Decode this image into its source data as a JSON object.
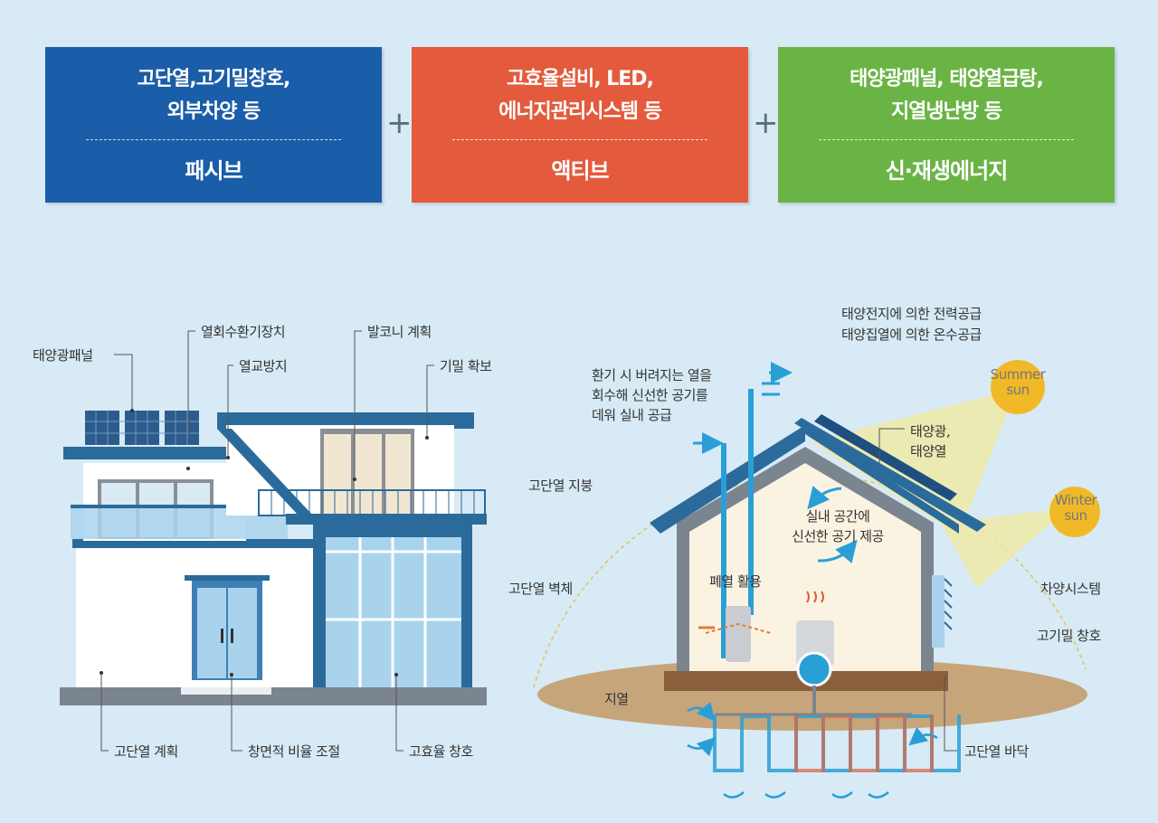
{
  "colors": {
    "passive": "#1a5da8",
    "active": "#e45a3c",
    "renewable": "#6ab445",
    "background": "#d7eaf5",
    "earth": "#c7a57a",
    "roof": "#2a6b9b"
  },
  "boxes": [
    {
      "sub1": "고단열,고기밀창호,",
      "sub2": "외부차양 등",
      "main": "패시브"
    },
    {
      "sub1": "고효율설비, LED,",
      "sub2": "에너지관리시스템 등",
      "main": "액티브"
    },
    {
      "sub1": "태양광패널, 태양열급탕,",
      "sub2": "지열냉난방 등",
      "main": "신·재생에너지"
    }
  ],
  "plus": "+",
  "left_house": {
    "solar_panel": "태양광패널",
    "heat_recovery": "열회수환기장치",
    "thermal_bridge": "열교방지",
    "balcony": "발코니 계획",
    "airtight": "기밀 확보",
    "insulation_plan": "고단열 계획",
    "window_ratio": "창면적 비율 조절",
    "high_eff_window": "고효율 창호"
  },
  "right_house": {
    "pv_supply": "태양전지에 의한 전력공급",
    "thermal_supply": "태양집열에 의한 온수공급",
    "vent_1": "환기 시 버려지는 열을",
    "vent_2": "회수해 신선한 공기를",
    "vent_3": "데워 실내 공급",
    "summer_1": "Summer",
    "summer_2": "sun",
    "winter_1": "Winter",
    "winter_2": "sun",
    "solar_1": "태양광,",
    "solar_2": "태양열",
    "roof": "고단열 지붕",
    "wall": "고단열 벽체",
    "fresh_1": "실내 공간에",
    "fresh_2": "신선한 공기 제공",
    "waste_heat": "폐열 활용",
    "shading": "차양시스템",
    "airtight_window": "고기밀 창호",
    "geothermal": "지열",
    "floor": "고단열 바닥"
  }
}
